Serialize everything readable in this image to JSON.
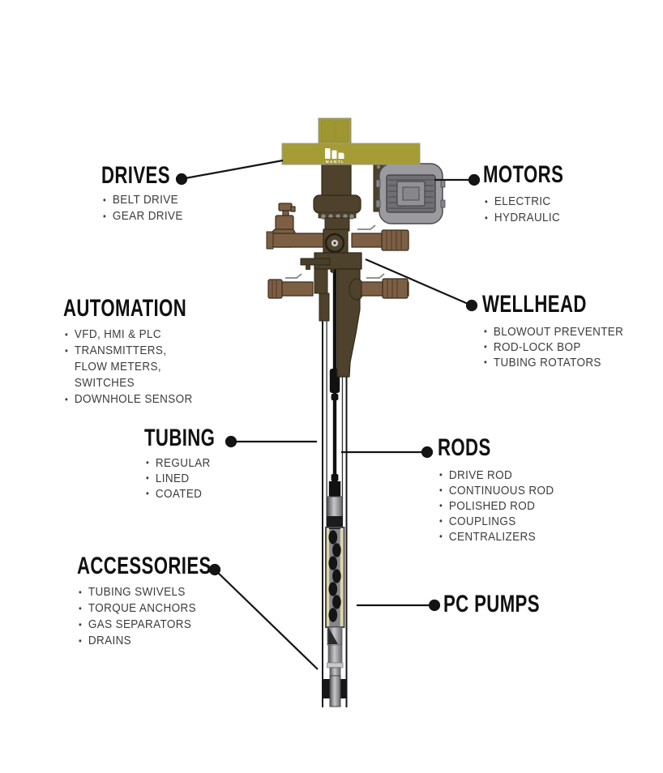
{
  "brand": {
    "logo_text": "MANTL"
  },
  "labels": [
    {
      "id": "drives",
      "title": "DRIVES",
      "items": [
        "BELT DRIVE",
        "GEAR DRIVE"
      ]
    },
    {
      "id": "motors",
      "title": "MOTORS",
      "items": [
        "ELECTRIC",
        "HYDRAULIC"
      ]
    },
    {
      "id": "automation",
      "title": "AUTOMATION",
      "items": [
        "VFD, HMI & PLC",
        "TRANSMITTERS, FLOW METERS, SWITCHES",
        "DOWNHOLE SENSOR"
      ]
    },
    {
      "id": "wellhead",
      "title": "WELLHEAD",
      "items": [
        "BLOWOUT PREVENTER",
        "ROD-LOCK BOP",
        "TUBING ROTATORS"
      ]
    },
    {
      "id": "tubing",
      "title": "TUBING",
      "items": [
        "REGULAR",
        "LINED",
        "COATED"
      ]
    },
    {
      "id": "rods",
      "title": "RODS",
      "items": [
        "DRIVE ROD",
        "CONTINUOUS ROD",
        "POLISHED ROD",
        "COUPLINGS",
        "CENTRALIZERS"
      ]
    },
    {
      "id": "accessories",
      "title": "ACCESSORIES",
      "items": [
        "TUBING SWIVELS",
        "TORQUE ANCHORS",
        "GAS SEPARATORS",
        "DRAINS"
      ]
    },
    {
      "id": "pc_pumps",
      "title": "PC PUMPS",
      "items": []
    }
  ],
  "colors": {
    "olive": "#a59c35",
    "olive_hatch": "#8f8628",
    "brown_dark": "#4e422c",
    "brown_pipe": "#7d5f44",
    "motor_gray": "#9b9b9f",
    "pump_liner_yellow": "#ded8a4",
    "line_black": "#141414",
    "text_dark": "#101010",
    "text_body": "#3c3c3c"
  }
}
